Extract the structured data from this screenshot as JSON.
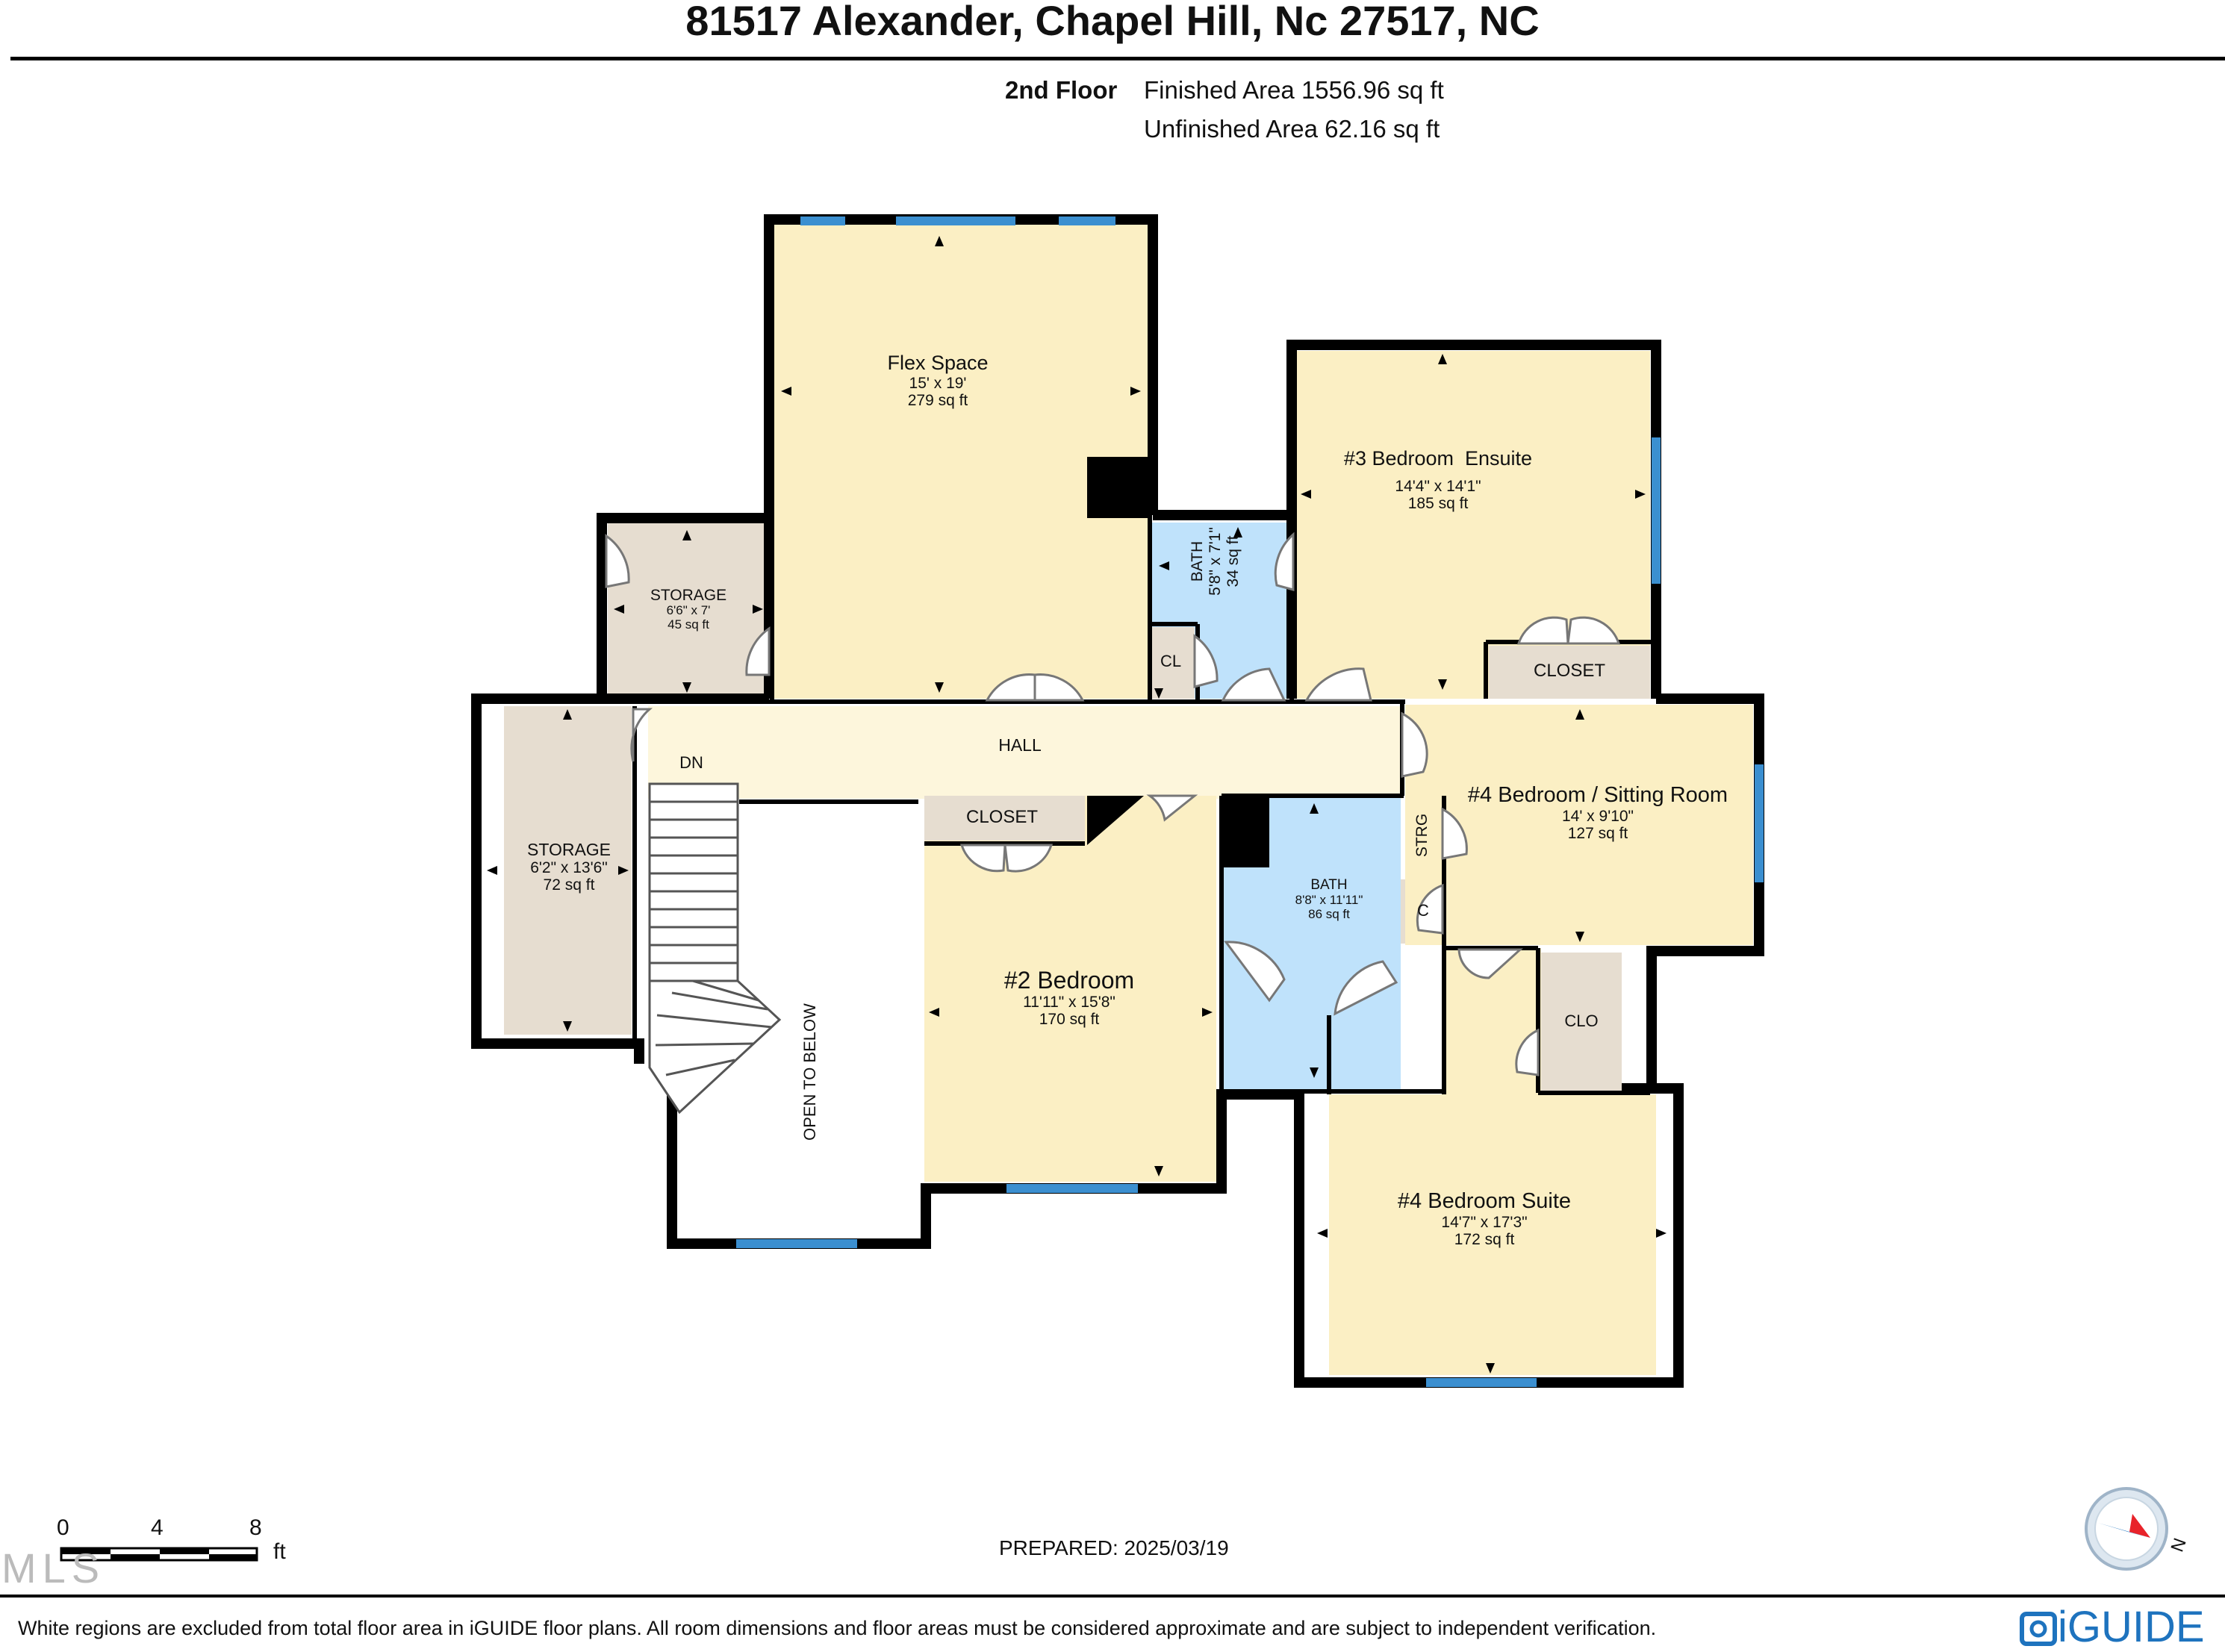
{
  "header": {
    "title": "81517 Alexander, Chapel Hill, Nc 27517, NC",
    "floor_label": "2nd Floor",
    "finished_area": "Finished Area 1556.96 sq ft",
    "unfinished_area": "Unfinished Area 62.16 sq ft"
  },
  "rooms": {
    "flex": {
      "name": "Flex Space",
      "dims": "15' x 19'",
      "area": "279 sq ft"
    },
    "storage_top": {
      "name": "STORAGE",
      "dims": "6'6\" x 7'",
      "area": "45 sq ft"
    },
    "bath_top": {
      "name": "BATH",
      "dims": "5'8\" x 7'1\"",
      "area": "34 sq ft"
    },
    "cl_top": {
      "name": "CL"
    },
    "bed3": {
      "name": "#3 Bedroom  Ensuite",
      "dims": "14'4\" x 14'1\"",
      "area": "185 sq ft"
    },
    "closet_bed3": {
      "name": "CLOSET"
    },
    "hall": {
      "name": "HALL"
    },
    "dn": {
      "name": "DN"
    },
    "storage_left": {
      "name": "STORAGE",
      "dims": "6'2\" x 13'6\"",
      "area": "72 sq ft"
    },
    "closet_bed2": {
      "name": "CLOSET"
    },
    "bed2": {
      "name": "#2 Bedroom",
      "dims": "11'11\" x 15'8\"",
      "area": "170 sq ft"
    },
    "open_below": {
      "name": "OPEN TO BELOW"
    },
    "bath_mid": {
      "name": "BATH",
      "dims": "8'8\" x 11'11\"",
      "area": "86 sq ft"
    },
    "c_mid": {
      "name": "C"
    },
    "strg": {
      "name": "STRG"
    },
    "bed4_sitting": {
      "name": "#4 Bedroom / Sitting Room",
      "dims": "14' x 9'10\"",
      "area": "127 sq ft"
    },
    "clo": {
      "name": "CLO"
    },
    "bed4_suite": {
      "name": "#4 Bedroom Suite",
      "dims": "14'7\" x 17'3\"",
      "area": "172 sq ft"
    }
  },
  "scale": {
    "ticks": [
      "0",
      "4",
      "8"
    ],
    "unit": "ft"
  },
  "prepared": "PREPARED: 2025/03/19",
  "disclaimer": "White regions are excluded from total floor area in iGUIDE floor plans. All room dimensions and floor areas must be considered approximate and are subject to independent verification.",
  "brand": "iGUIDE",
  "mls_mark": "MLS",
  "compass_letter": "N",
  "colors": {
    "room_fill": "#fbefc4",
    "storage_fill": "#e6ddd0",
    "bath_fill": "#bfe2fb",
    "hall_fill": "#fdf6dc",
    "window": "#3b8fd0",
    "wall": "#000000",
    "brand": "#1e73be"
  },
  "icons": [
    "compass-icon",
    "iguide-logo-icon",
    "stairs-icon",
    "door-swing-icon",
    "window-icon"
  ]
}
